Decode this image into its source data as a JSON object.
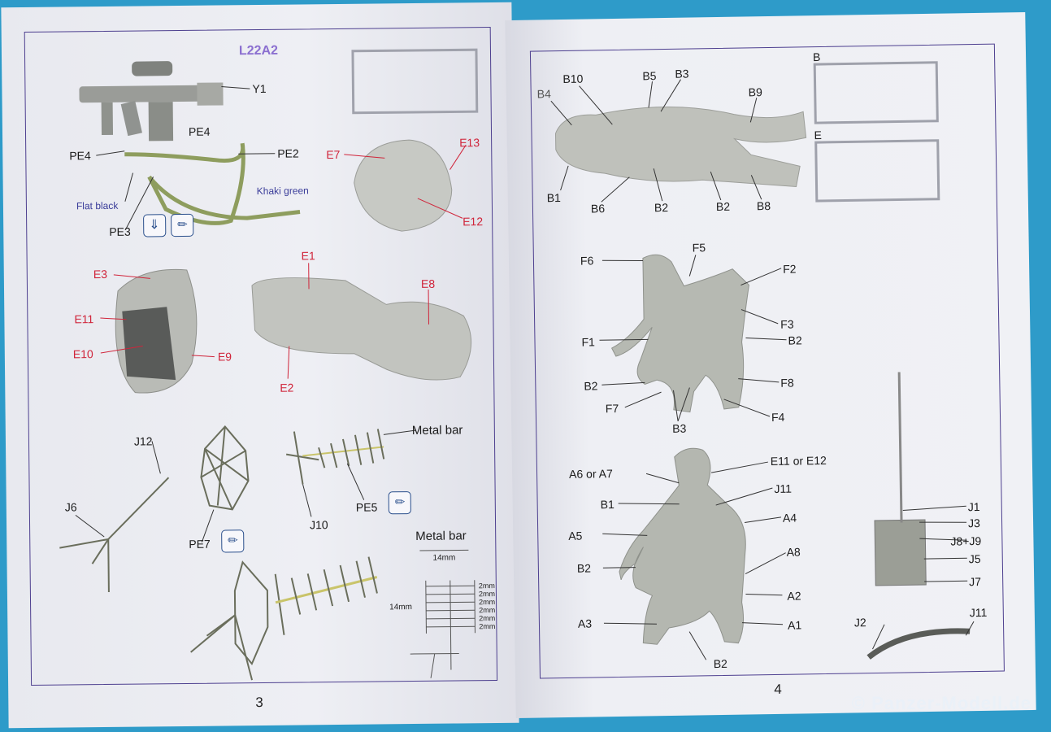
{
  "left_page": {
    "title": "L22A2",
    "page_number": "3",
    "labels": {
      "y1": "Y1",
      "pe4a": "PE4",
      "pe4b": "PE4",
      "pe2": "PE2",
      "pe3": "PE3",
      "flat_black": "Flat black",
      "khaki_green": "Khaki green",
      "e7": "E7",
      "e13": "E13",
      "e12": "E12",
      "e1": "E1",
      "e8": "E8",
      "e2": "E2",
      "e3": "E3",
      "e11": "E11",
      "e10": "E10",
      "e9": "E9",
      "j12": "J12",
      "j6": "J6",
      "j10": "J10",
      "pe5": "PE5",
      "pe7": "PE7",
      "metal_bar_top": "Metal bar",
      "metal_bar_title": "Metal bar",
      "dim_14mm_top": "14mm",
      "dim_14mm_side": "14mm",
      "dim_2mm": [
        "2mm",
        "2mm",
        "2mm",
        "2mm",
        "2mm",
        "2mm"
      ]
    }
  },
  "right_page": {
    "page_number": "4",
    "sprue_labels": {
      "b": "B",
      "e": "E"
    },
    "labels": {
      "b10": "B10",
      "b5": "B5",
      "b3": "B3",
      "b4": "B4",
      "b9": "B9",
      "b1": "B1",
      "b6": "B6",
      "b2a": "B2",
      "b2b": "B2",
      "b8": "B8",
      "f6": "F6",
      "f5": "F5",
      "f2": "F2",
      "f3": "F3",
      "f1": "F1",
      "b2c": "B2",
      "b2d": "B2",
      "f8": "F8",
      "f7": "F7",
      "f4": "F4",
      "b3b": "B3",
      "a6a7": "A6 or A7",
      "e11e12": "E11 or E12",
      "b1b": "B1",
      "j11": "J11",
      "a4": "A4",
      "a5": "A5",
      "a8": "A8",
      "b2e": "B2",
      "a2": "A2",
      "a3": "A3",
      "a1": "A1",
      "b2f": "B2",
      "j1": "J1",
      "j3": "J3",
      "j8j9": "J8+J9",
      "j5": "J5",
      "j7": "J7",
      "j2": "J2",
      "j11b": "J11"
    }
  },
  "watermark": "© Panzer-Modell.de",
  "colors": {
    "background": "#2e9bc9",
    "frame": "#4d3f8f",
    "red_label": "#d0243a",
    "title": "#8b6fd0",
    "khaki": "#9aa86a",
    "part_grey": "#b9bcb2"
  }
}
